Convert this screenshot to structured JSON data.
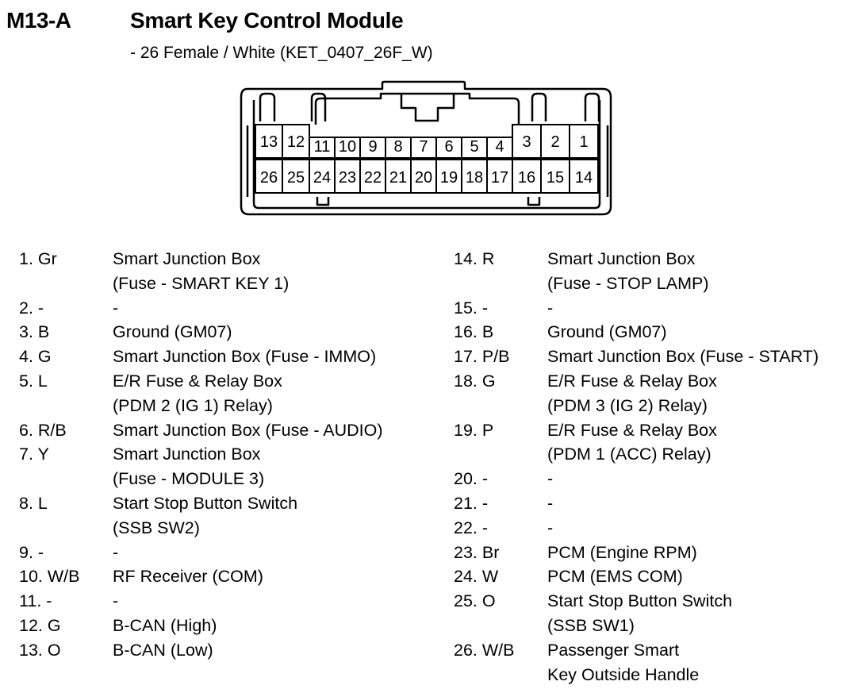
{
  "header": {
    "code": "M13-A",
    "title": "Smart Key Control Module",
    "subtitle": "- 26 Female / White (KET_0407_26F_W)"
  },
  "connector": {
    "top_row": [
      "13",
      "12",
      "11",
      "10",
      "9",
      "8",
      "7",
      "6",
      "5",
      "4",
      "3",
      "2",
      "1"
    ],
    "bottom_row": [
      "26",
      "25",
      "24",
      "23",
      "22",
      "21",
      "20",
      "19",
      "18",
      "17",
      "16",
      "15",
      "14"
    ]
  },
  "pins_left": [
    {
      "pin": "1. Gr",
      "desc": [
        "Smart Junction Box",
        "(Fuse - SMART KEY 1)"
      ]
    },
    {
      "pin": "2. -",
      "desc": [
        "-"
      ]
    },
    {
      "pin": "3. B",
      "desc": [
        "Ground (GM07)"
      ]
    },
    {
      "pin": "4. G",
      "desc": [
        "Smart Junction Box (Fuse - IMMO)"
      ]
    },
    {
      "pin": "5. L",
      "desc": [
        "E/R Fuse & Relay Box",
        "(PDM 2 (IG 1) Relay)"
      ]
    },
    {
      "pin": "6. R/B",
      "desc": [
        "Smart Junction Box (Fuse - AUDIO)"
      ]
    },
    {
      "pin": "7. Y",
      "desc": [
        "Smart Junction Box",
        "(Fuse - MODULE 3)"
      ]
    },
    {
      "pin": "8. L",
      "desc": [
        "Start Stop Button Switch",
        "(SSB SW2)"
      ]
    },
    {
      "pin": "9. -",
      "desc": [
        "-"
      ]
    },
    {
      "pin": "10. W/B",
      "desc": [
        "RF Receiver (COM)"
      ]
    },
    {
      "pin": "11. -",
      "desc": [
        "-"
      ]
    },
    {
      "pin": "12. G",
      "desc": [
        "B-CAN (High)"
      ]
    },
    {
      "pin": "13. O",
      "desc": [
        "B-CAN (Low)"
      ]
    }
  ],
  "pins_right": [
    {
      "pin": "14. R",
      "desc": [
        "Smart Junction Box",
        "(Fuse - STOP LAMP)"
      ]
    },
    {
      "pin": "15. -",
      "desc": [
        "-"
      ]
    },
    {
      "pin": "16. B",
      "desc": [
        "Ground (GM07)"
      ]
    },
    {
      "pin": "17. P/B",
      "desc": [
        "Smart Junction Box (Fuse - START)"
      ]
    },
    {
      "pin": "18. G",
      "desc": [
        "E/R Fuse & Relay Box",
        "(PDM 3 (IG 2) Relay)"
      ]
    },
    {
      "pin": "19. P",
      "desc": [
        "E/R Fuse & Relay Box",
        "(PDM 1 (ACC) Relay)"
      ]
    },
    {
      "pin": "20. -",
      "desc": [
        "-"
      ]
    },
    {
      "pin": "21. -",
      "desc": [
        "-"
      ]
    },
    {
      "pin": "22. -",
      "desc": [
        "-"
      ]
    },
    {
      "pin": "23. Br",
      "desc": [
        "PCM (Engine RPM)"
      ]
    },
    {
      "pin": "24. W",
      "desc": [
        "PCM (EMS COM)"
      ]
    },
    {
      "pin": "25. O",
      "desc": [
        "Start Stop Button Switch",
        "(SSB SW1)"
      ]
    },
    {
      "pin": "26. W/B",
      "desc": [
        "Passenger Smart",
        "Key Outside Handle"
      ]
    }
  ]
}
